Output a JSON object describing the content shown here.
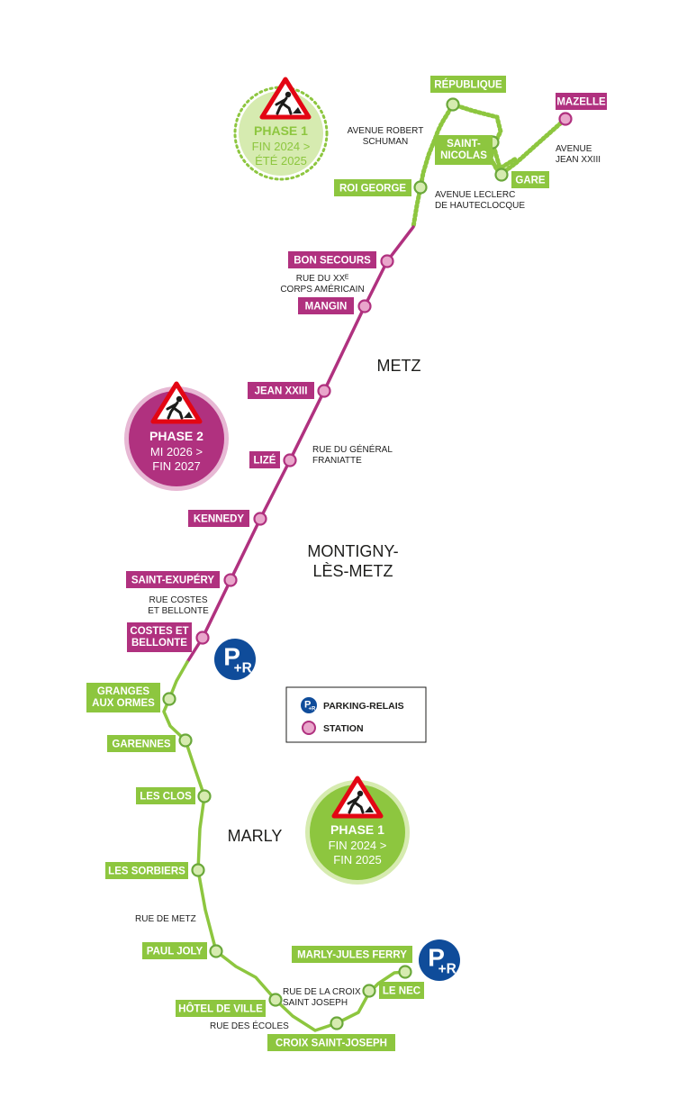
{
  "colors": {
    "green": "#8dc63f",
    "green_dark": "#6aa83a",
    "green_light": "#d6ebb0",
    "magenta": "#b0317f",
    "magenta_light": "#e7b8d4",
    "pink_dot": "#e9a6cb",
    "parking_blue": "#0f4c9a"
  },
  "stations": [
    {
      "id": "republique",
      "label": "RÉPUBLIQUE",
      "segment": "green"
    },
    {
      "id": "mazelle",
      "label": "MAZELLE",
      "segment": "magenta"
    },
    {
      "id": "saint-nicolas",
      "label": "SAINT-\nNICOLAS",
      "segment": "green"
    },
    {
      "id": "gare",
      "label": "GARE",
      "segment": "green"
    },
    {
      "id": "roi-george",
      "label": "ROI GEORGE",
      "segment": "green"
    },
    {
      "id": "bon-secours",
      "label": "BON SECOURS",
      "segment": "magenta"
    },
    {
      "id": "mangin",
      "label": "MANGIN",
      "segment": "magenta"
    },
    {
      "id": "jean-xxiii",
      "label": "JEAN XXIII",
      "segment": "magenta"
    },
    {
      "id": "lize",
      "label": "LIZÉ",
      "segment": "magenta"
    },
    {
      "id": "kennedy",
      "label": "KENNEDY",
      "segment": "magenta"
    },
    {
      "id": "saint-exupery",
      "label": "SAINT-EXUPÉRY",
      "segment": "magenta"
    },
    {
      "id": "costes-bellonte",
      "label": "COSTES ET\nBELLONTE",
      "segment": "magenta"
    },
    {
      "id": "granges-aux-ormes",
      "label": "GRANGES\nAUX ORMES",
      "segment": "green"
    },
    {
      "id": "garennes",
      "label": "GARENNES",
      "segment": "green"
    },
    {
      "id": "les-clos",
      "label": "LES CLOS",
      "segment": "green"
    },
    {
      "id": "les-sorbiers",
      "label": "LES SORBIERS",
      "segment": "green"
    },
    {
      "id": "paul-joly",
      "label": "PAUL JOLY",
      "segment": "green"
    },
    {
      "id": "hotel-de-ville",
      "label": "HÔTEL DE VILLE",
      "segment": "green"
    },
    {
      "id": "croix-saint-joseph",
      "label": "CROIX SAINT-JOSEPH",
      "segment": "green"
    },
    {
      "id": "le-nec",
      "label": "LE NEC",
      "segment": "green"
    },
    {
      "id": "marly-jules-ferry",
      "label": "MARLY-JULES FERRY",
      "segment": "green"
    }
  ],
  "streets": [
    {
      "id": "robert-schuman",
      "text": "AVENUE ROBERT\nSCHUMAN"
    },
    {
      "id": "jean-xxiii-ave",
      "text": "AVENUE\nJEAN XXIII"
    },
    {
      "id": "leclerc",
      "text": "AVENUE LECLERC\nDE HAUTECLOCQUE"
    },
    {
      "id": "xxe-corps",
      "text": "RUE DU XXᴱ\nCORPS AMÉRICAIN"
    },
    {
      "id": "general-franiatte",
      "text": "RUE DU GÉNÉRAL\nFRANIATTE"
    },
    {
      "id": "costes-street",
      "text": "RUE COSTES\nET BELLONTE"
    },
    {
      "id": "rue-de-metz",
      "text": "RUE DE METZ"
    },
    {
      "id": "croix-street",
      "text": "RUE DE LA CROIX\nSAINT JOSEPH"
    },
    {
      "id": "ecoles",
      "text": "RUE DES ÉCOLES"
    }
  ],
  "cities": {
    "metz": "METZ",
    "montigny": "MONTIGNY-\nLÈS-METZ",
    "marly": "MARLY"
  },
  "phases": [
    {
      "id": "phase1-top",
      "title": "PHASE 1",
      "dates": "FIN 2024 >\nÉTÉ 2025"
    },
    {
      "id": "phase2",
      "title": "PHASE 2",
      "dates": "MI 2026 >\nFIN 2027"
    },
    {
      "id": "phase1-bottom",
      "title": "PHASE 1",
      "dates": "FIN 2024 >\nFIN 2025"
    }
  ],
  "parking_icon": {
    "letter": "P",
    "sub": "+R",
    "icon": "park-and-ride-icon"
  },
  "legend": {
    "parking_label": "PARKING-RELAIS",
    "station_label": "STATION"
  }
}
